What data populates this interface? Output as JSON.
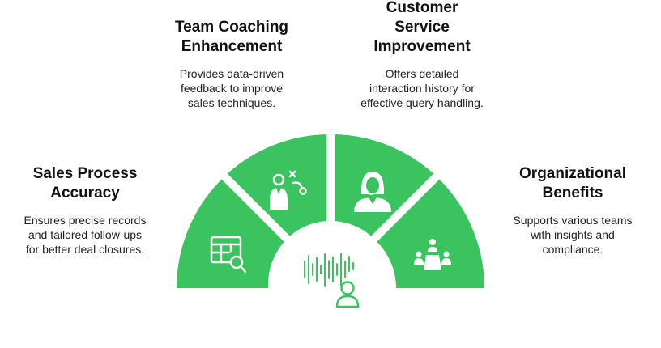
{
  "colors": {
    "segment_fill": "#3ac35f",
    "segment_gap": "#ffffff",
    "icon_white": "#ffffff",
    "center_icon": "#3ac35f",
    "text_title": "#111111",
    "text_desc": "#222222"
  },
  "segments": [
    {
      "icon": "spreadsheet-search-icon",
      "title": "Sales Process\nAccuracy",
      "description": "Ensures precise records\nand tailored follow-ups\nfor better deal closures."
    },
    {
      "icon": "coach-strategy-icon",
      "title": "Team Coaching\nEnhancement",
      "description": "Provides data-driven\nfeedback to improve\nsales techniques."
    },
    {
      "icon": "support-agent-headset-icon",
      "title": "Customer\nService\nImprovement",
      "description": "Offers detailed\ninteraction history for\neffective query handling."
    },
    {
      "icon": "team-meeting-icon",
      "title": "Organizational\nBenefits",
      "description": "Supports various teams\nwith insights and\ncompliance."
    }
  ],
  "center": {
    "icon": "voice-recording-user-icon"
  }
}
